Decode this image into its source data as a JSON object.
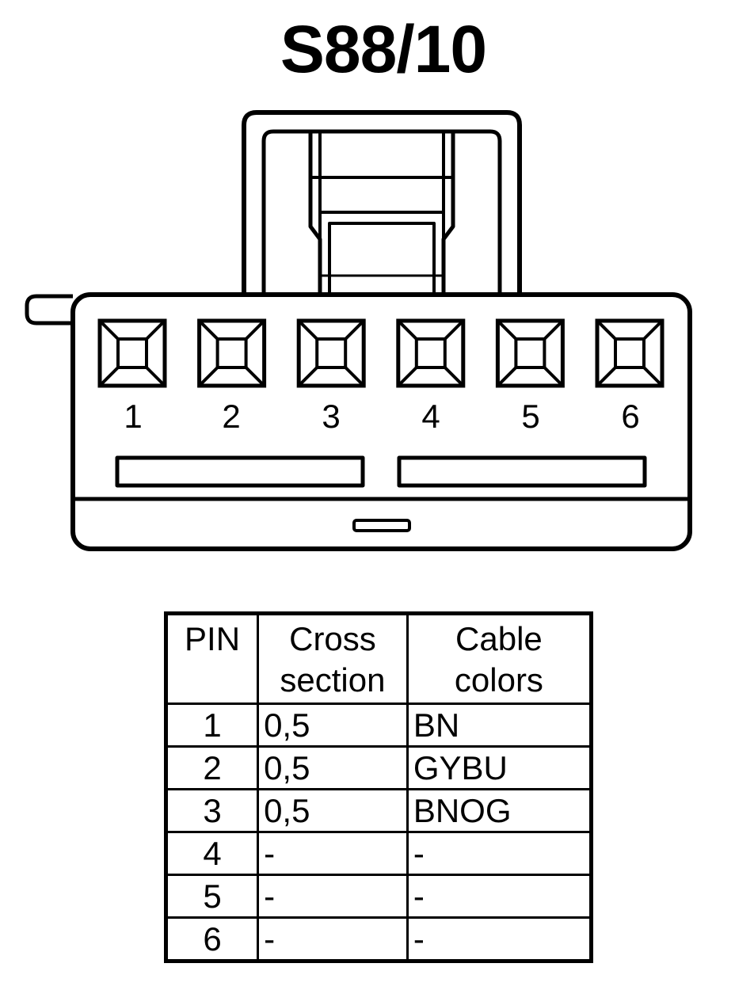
{
  "title": "S88/10",
  "connector": {
    "pin_labels": [
      "1",
      "2",
      "3",
      "4",
      "5",
      "6"
    ]
  },
  "table": {
    "headers": {
      "pin": "PIN",
      "cross_line1": "Cross",
      "cross_line2": "section",
      "color_line1": "Cable",
      "color_line2": "colors"
    },
    "rows": [
      {
        "pin": "1",
        "cross": "0,5",
        "color": "BN"
      },
      {
        "pin": "2",
        "cross": "0,5",
        "color": "GYBU"
      },
      {
        "pin": "3",
        "cross": "0,5",
        "color": "BNOG"
      },
      {
        "pin": "4",
        "cross": "-",
        "color": "-"
      },
      {
        "pin": "5",
        "cross": "-",
        "color": "-"
      },
      {
        "pin": "6",
        "cross": "-",
        "color": "-"
      }
    ]
  }
}
